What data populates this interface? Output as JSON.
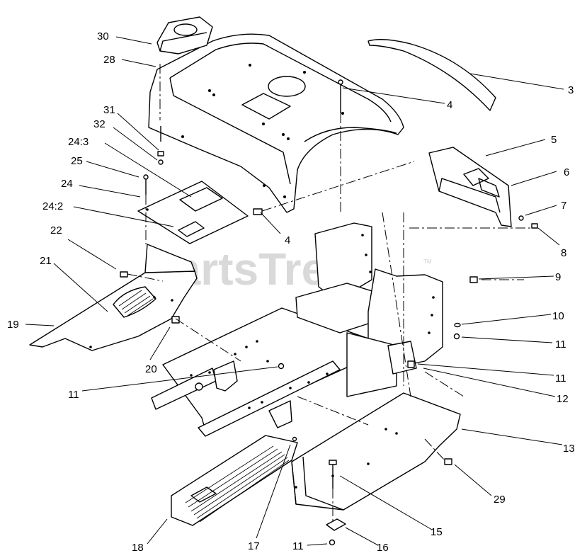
{
  "watermark": {
    "text": "PartsTree",
    "tm": "TM"
  },
  "callouts": [
    {
      "text": "30"
    },
    {
      "text": "28"
    },
    {
      "text": "31"
    },
    {
      "text": "32"
    },
    {
      "text": "24:3"
    },
    {
      "text": "25"
    },
    {
      "text": "24"
    },
    {
      "text": "24:2"
    },
    {
      "text": "22"
    },
    {
      "text": "21"
    },
    {
      "text": "19"
    },
    {
      "text": "20"
    },
    {
      "text": "11"
    },
    {
      "text": "18"
    },
    {
      "text": "17"
    },
    {
      "text": "11"
    },
    {
      "text": "16"
    },
    {
      "text": "15"
    },
    {
      "text": "29"
    },
    {
      "text": "13"
    },
    {
      "text": "12"
    },
    {
      "text": "11"
    },
    {
      "text": "11"
    },
    {
      "text": "10"
    },
    {
      "text": "9"
    },
    {
      "text": "8"
    },
    {
      "text": "7"
    },
    {
      "text": "6"
    },
    {
      "text": "5"
    },
    {
      "text": "4"
    },
    {
      "text": "4"
    },
    {
      "text": "3"
    }
  ]
}
